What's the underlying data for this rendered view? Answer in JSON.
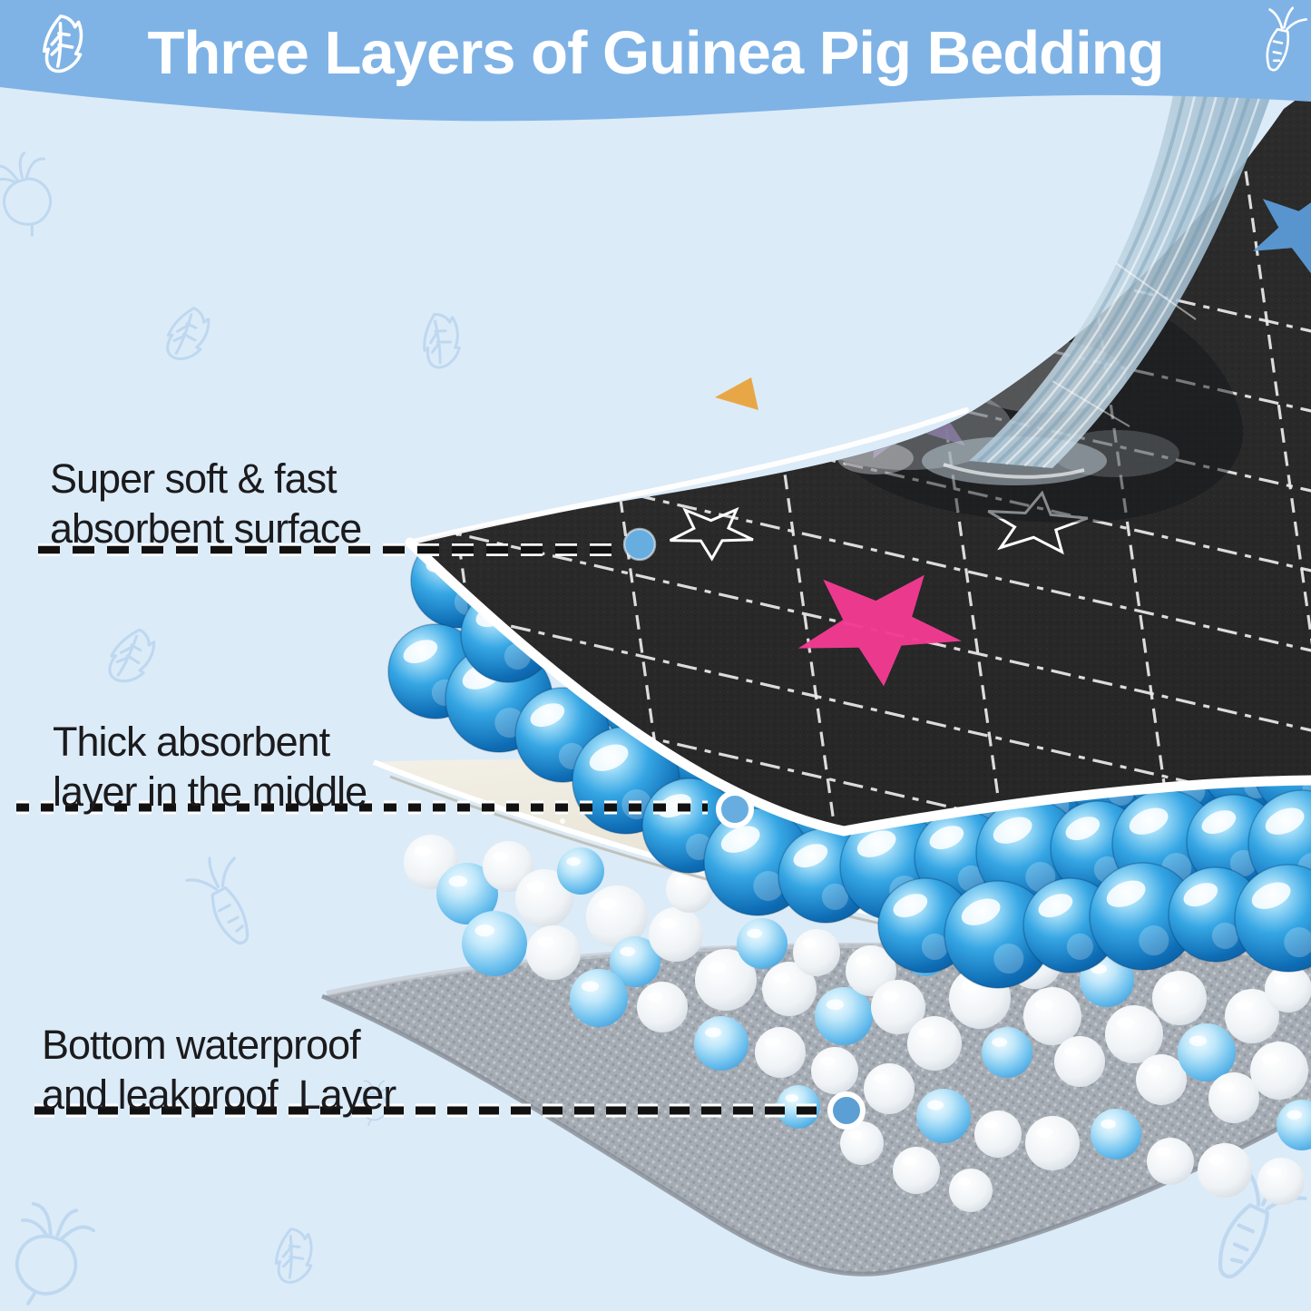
{
  "header": {
    "title": "Three Layers of Guinea Pig Bedding",
    "left_icon": "leaf-icon",
    "right_icon": "carrot-icon"
  },
  "callouts": [
    {
      "line1": "Super soft & fast",
      "line2": "absorbent surface",
      "target": "quilted-top-layer"
    },
    {
      "line1": "Thick absorbent",
      "line2": "layer in the middle",
      "target": "absorbent-middle-layer"
    },
    {
      "line1": "Bottom waterproof",
      "line2": "and leakproof  Layer",
      "target": "waterproof-bottom-layer"
    }
  ],
  "colors": {
    "header_bg": "#7fb3e6",
    "page_bg": "#dcebf8",
    "title_text": "#ffffff",
    "label_text": "#1b1b1e",
    "callout_dot": "#68ade0",
    "callout_dot_deep": "#5b9fd4",
    "bead_blue": "#2b9fe0",
    "star_pink": "#f23b92",
    "star_purple": "#b287e2",
    "star_blue": "#5b9bd8",
    "mat_black": "#2b2b2b",
    "bottom_gray": "#a6acb4",
    "sheet_pearl": "#efece1",
    "deco_stroke": "#bed8f0"
  }
}
